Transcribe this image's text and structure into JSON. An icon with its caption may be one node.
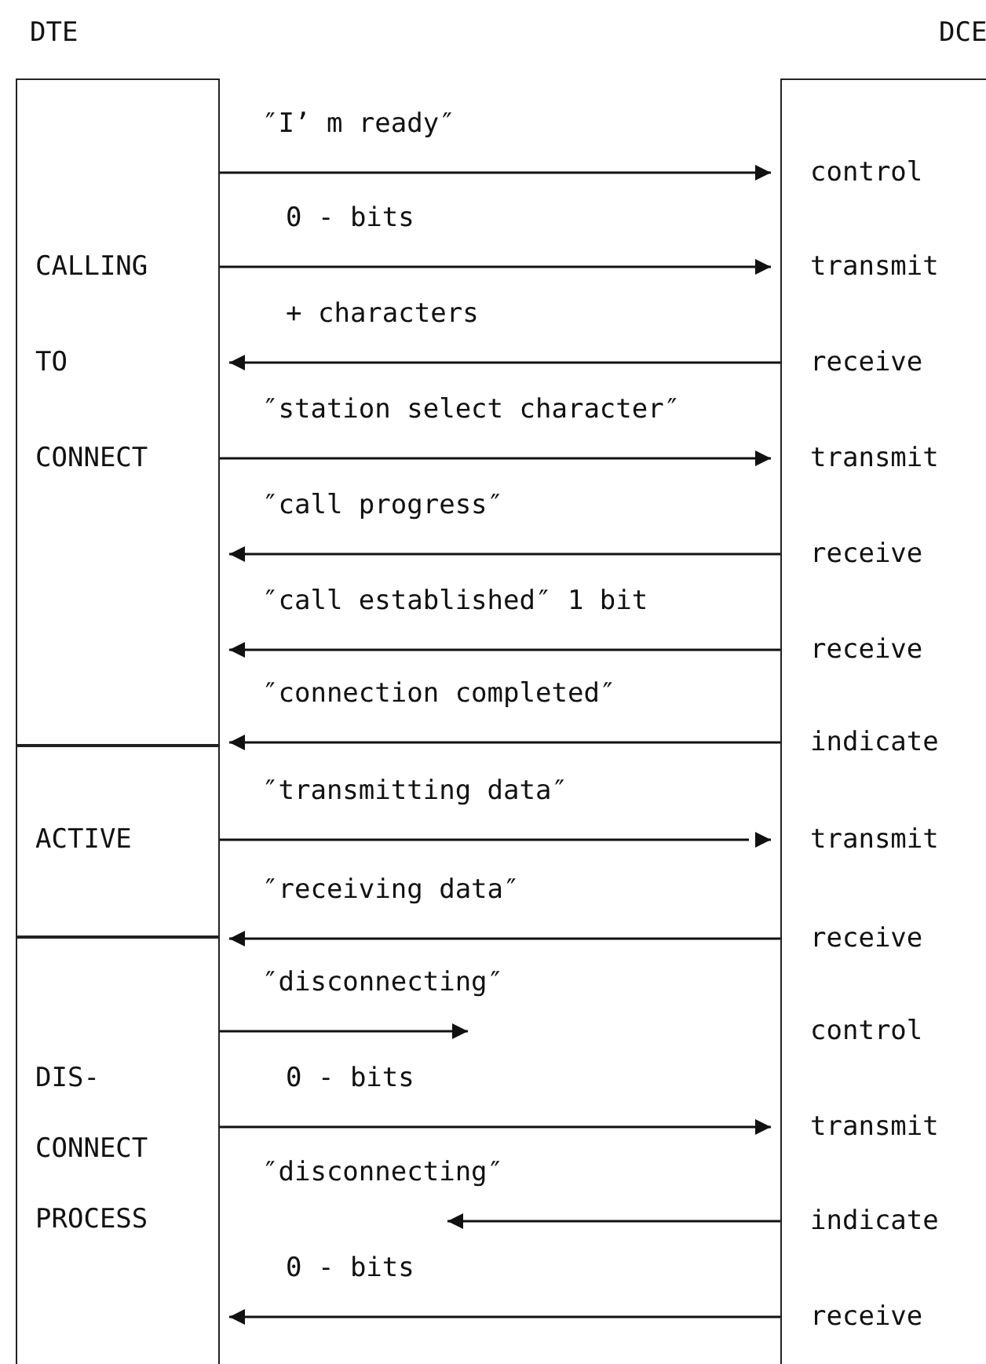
{
  "diagram": {
    "nodes": [
      {
        "text": [
          "DTE"
        ]
      },
      {
        "text": [
          "CALLING TO CONNECT"
        ],
        "in": 0
      },
      {
        "text": [
          "ACTIVE"
        ],
        "in": 0
      },
      {
        "text": [
          "DIS- CONNECT PROCESS"
        ],
        "in": 0
      },
      {
        "text": [
          "DCE"
        ]
      }
    ],
    "edges": [
      {
        "from": 1,
        "to": 4,
        "arrow": "to",
        "label": "″I’ m ready″"
      },
      {
        "from": 1,
        "to": 4,
        "arrow": "to",
        "label": "0 - bits"
      },
      {
        "from": 4,
        "to": 1,
        "arrow": "to",
        "label": "+ characters"
      },
      {
        "from": 1,
        "to": 4,
        "arrow": "to",
        "label": "″station select character″"
      },
      {
        "from": 4,
        "to": 1,
        "arrow": "to",
        "label": "″call progress″"
      },
      {
        "from": 4,
        "to": 1,
        "arrow": "to",
        "label": "″call established″ 1 bit"
      },
      {
        "from": 4,
        "to": 1,
        "arrow": "to",
        "label": "″connection completed″"
      },
      {
        "from": 2,
        "to": 4,
        "arrow": "to",
        "label": "″transmitting data″",
        "style": "dashed"
      },
      {
        "from": 4,
        "to": 2,
        "arrow": "to",
        "label": "″receiving data″"
      },
      {
        "from": 3,
        "to": null,
        "arrow": "to",
        "label": "″disconnecting″"
      },
      {
        "from": 3,
        "to": 4,
        "arrow": "to",
        "label": "0 - bits"
      },
      {
        "from": 4,
        "to": null,
        "arrow": "to",
        "label": "″disconnecting″"
      },
      {
        "from": 4,
        "to": 3,
        "arrow": "to",
        "label": "0 - bits"
      }
    ],
    "labels": [
      "control",
      "transmit",
      "receive",
      "transmit",
      "receive",
      "receive",
      "indicate",
      "transmit",
      "receive",
      "control",
      "transmit",
      "indicate",
      "receive"
    ]
  }
}
